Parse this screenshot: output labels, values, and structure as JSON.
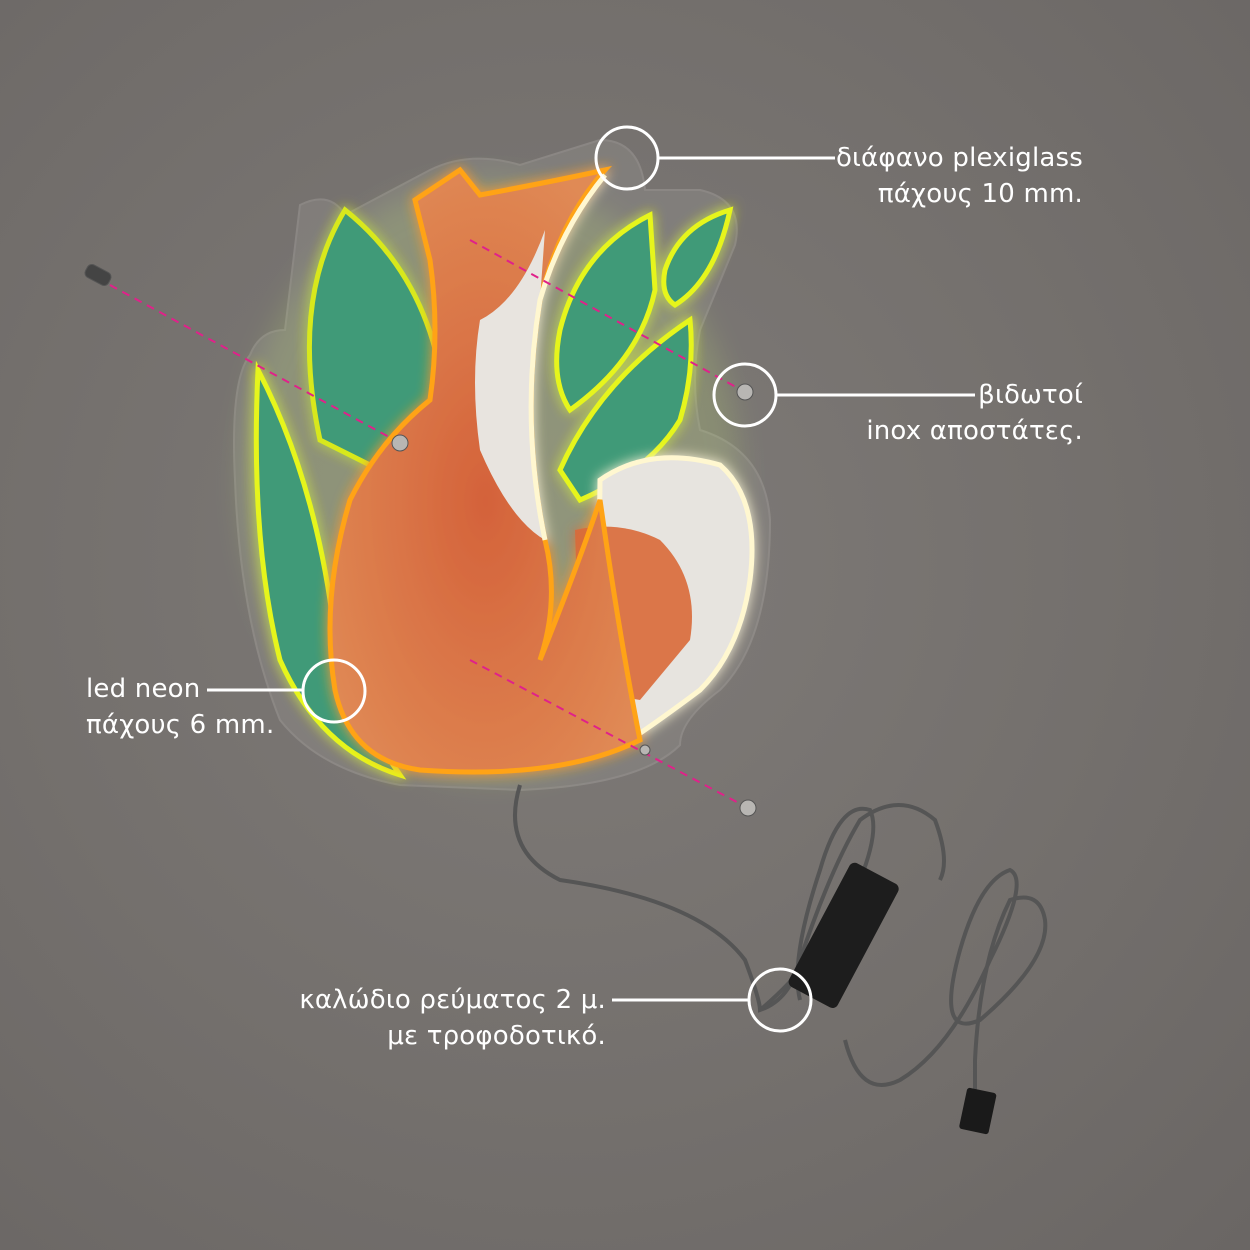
{
  "callouts": {
    "plexiglass": {
      "line1": "διάφανο plexiglass",
      "line2": "πάχους 10 mm."
    },
    "standoffs": {
      "line1": "βιδωτοί",
      "line2": "inox αποστάτες."
    },
    "led_neon": {
      "line1": "led neon",
      "line2": "πάχους 6 mm."
    },
    "cable": {
      "line1": "καλώδιο ρεύματος 2 μ.",
      "line2": "με τροφοδοτικό."
    }
  },
  "colors": {
    "background": "#77736f",
    "neon_orange": "#ffa313",
    "neon_yellow": "#e6f51a",
    "neon_white": "#fff7d0",
    "leaf_fill": "#3f9a78",
    "fox_fill": "#d9693a",
    "guide_dash": "#e0218a",
    "callout": "#ffffff"
  }
}
